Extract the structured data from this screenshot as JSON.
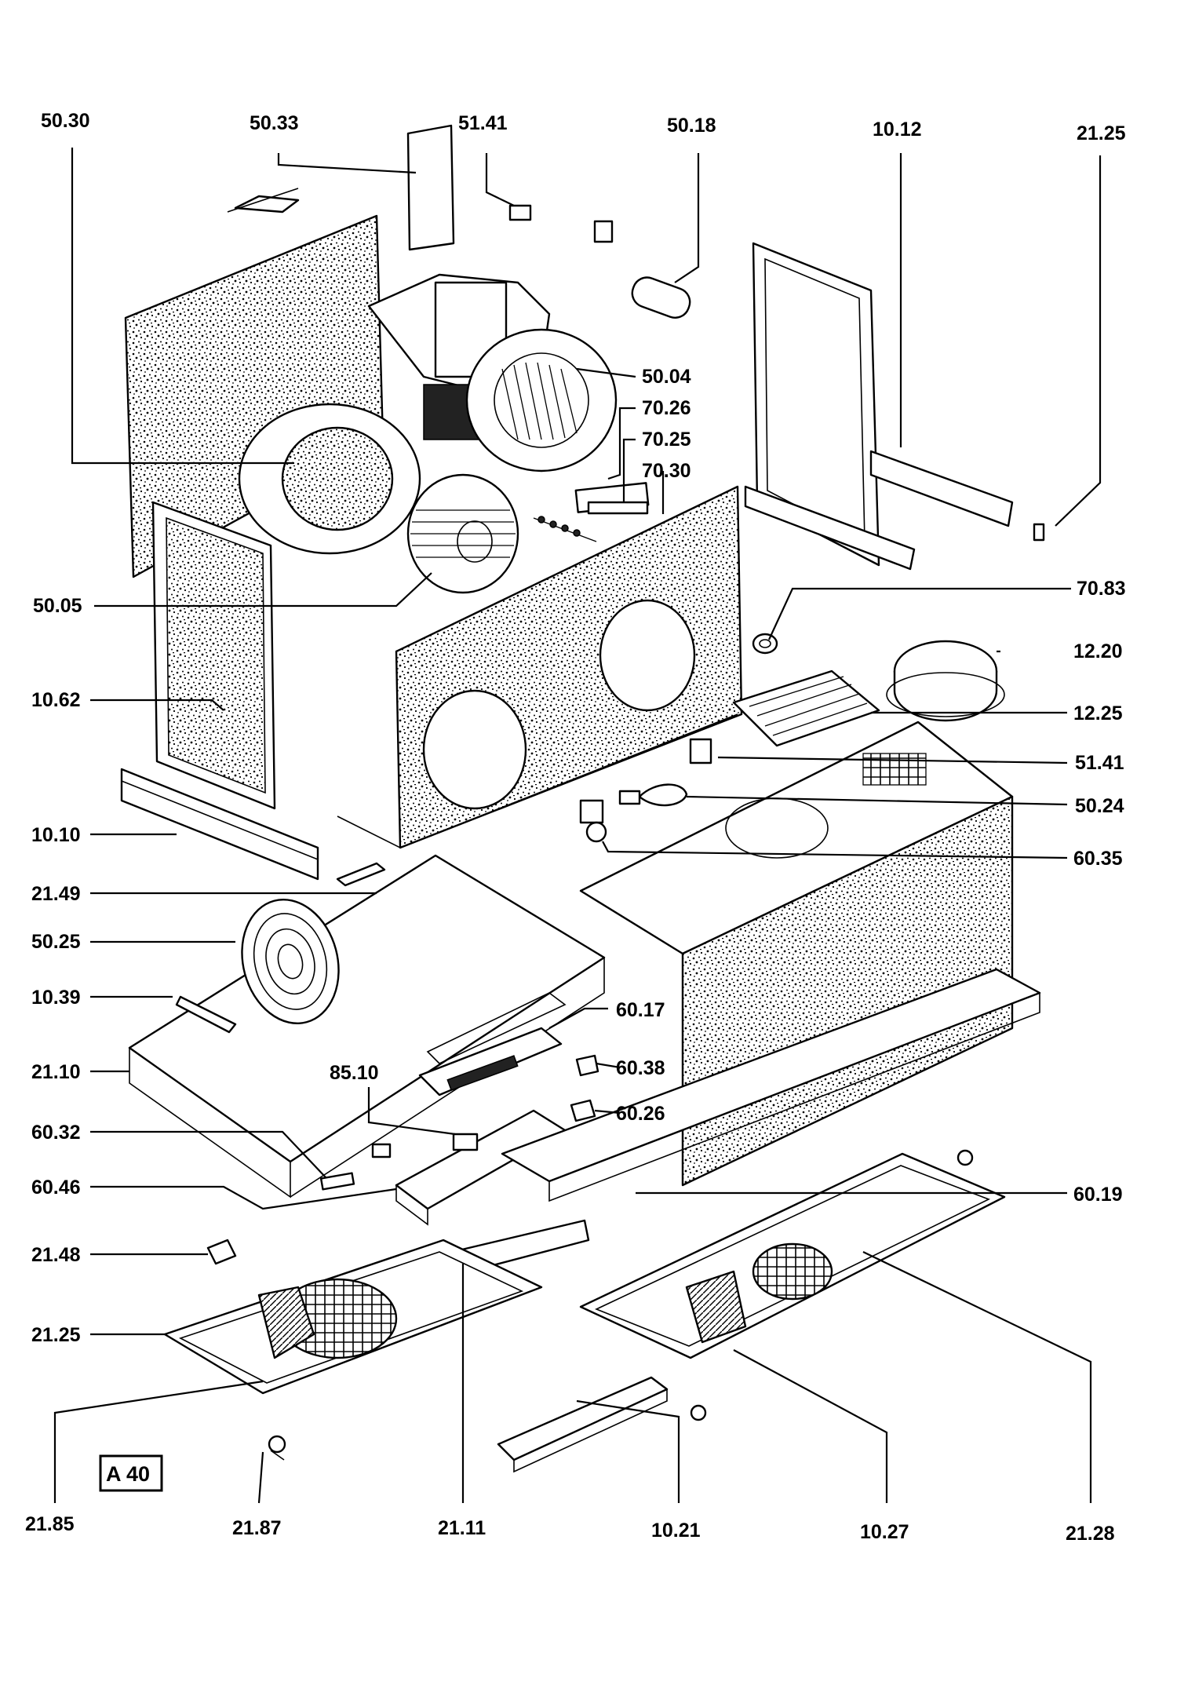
{
  "labels": {
    "p5030": "50.30",
    "p5033": "50.33",
    "p5141_top": "51.41",
    "p5018": "50.18",
    "p1012": "10.12",
    "p2125_top": "21.25",
    "p5004": "50.04",
    "p7026": "70.26",
    "p7025": "70.25",
    "p7030": "70.30",
    "p5005": "50.05",
    "p7083": "70.83",
    "p1220": "12.20",
    "p1062": "10.62",
    "p1225": "12.25",
    "p5141_mid": "51.41",
    "p5024": "50.24",
    "p1010": "10.10",
    "p6035": "60.35",
    "p2149": "21.49",
    "p5025": "50.25",
    "p1039": "10.39",
    "p6017": "60.17",
    "p2110": "21.10",
    "p8510": "85.10",
    "p6038": "60.38",
    "p6026": "60.26",
    "p6032": "60.32",
    "p6046": "60.46",
    "p6019": "60.19",
    "p2148": "21.48",
    "p2125_bot": "21.25",
    "p2185": "21.85",
    "p2187": "21.87",
    "p2111": "21.11",
    "p1021": "10.21",
    "p1027": "10.27",
    "p2128": "21.28"
  },
  "tag": "A 40"
}
